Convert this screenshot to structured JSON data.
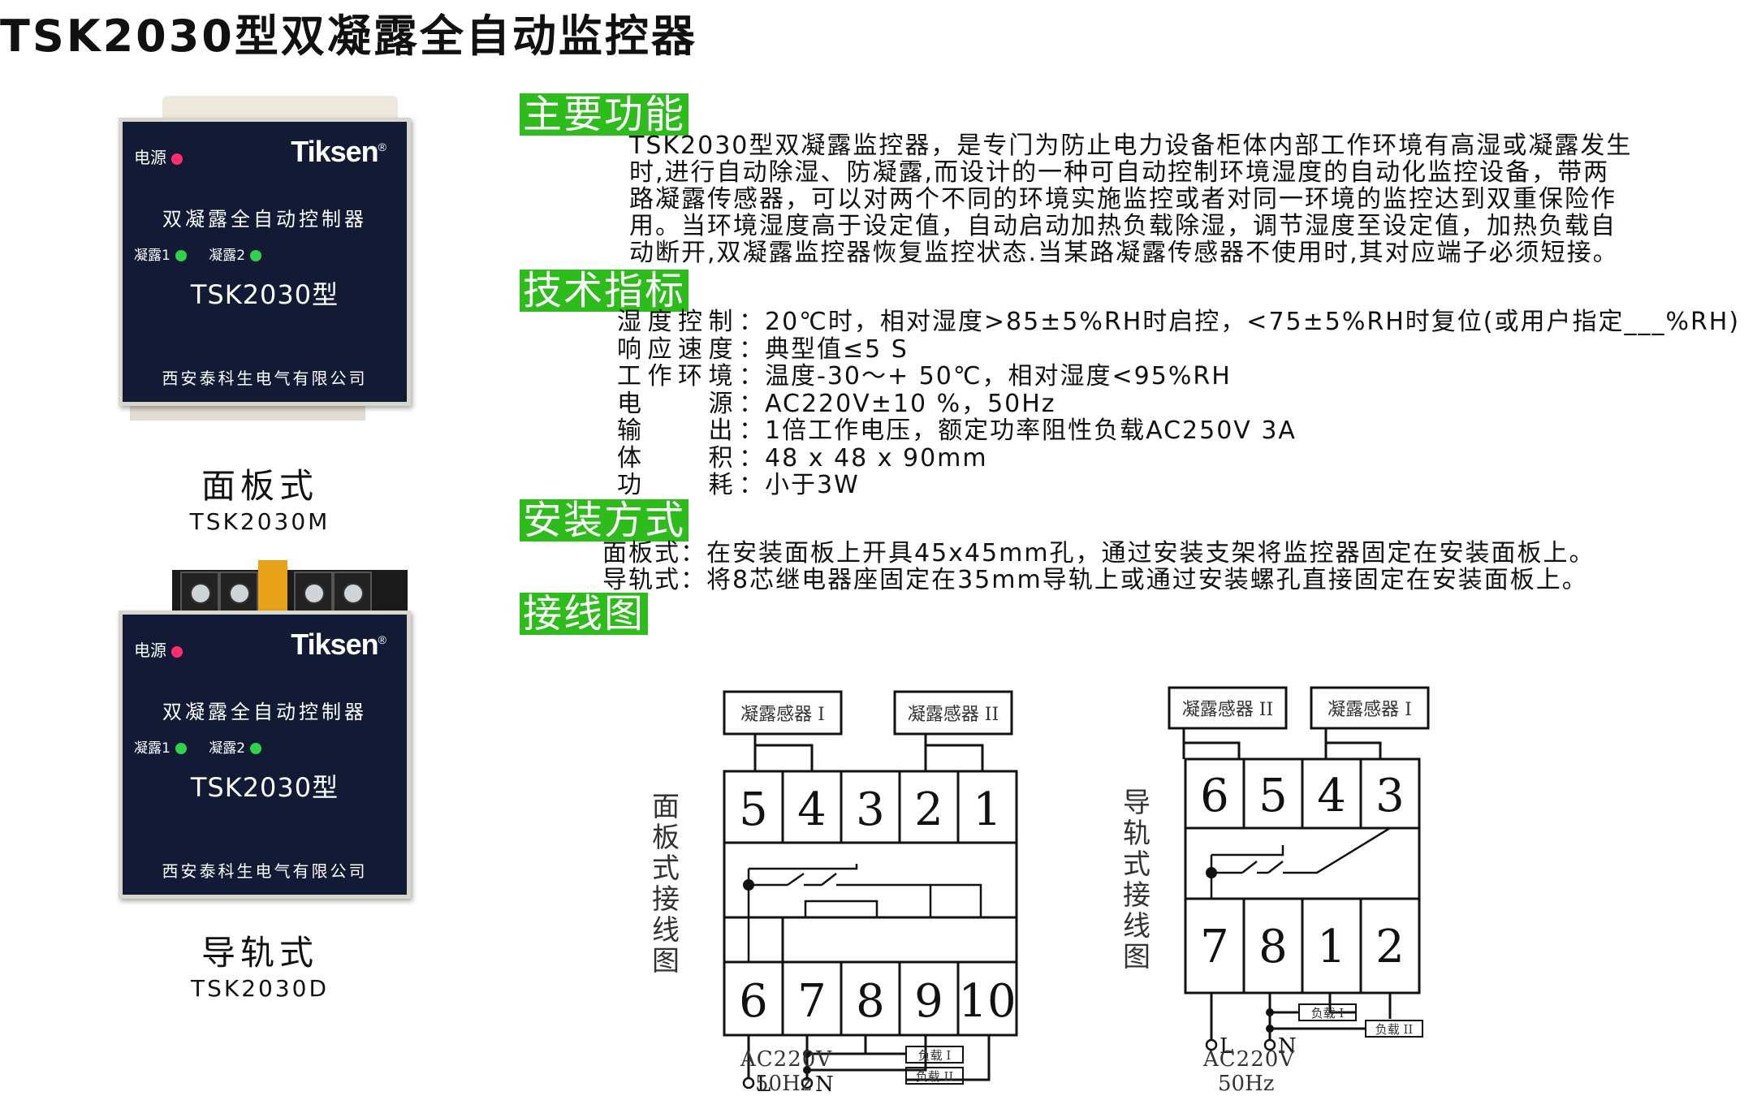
{
  "title": "TSK2030型双凝露全自动监控器",
  "device_panel": {
    "power_label": "电源",
    "brand": "Tiksen",
    "brand_mark": "®",
    "name": "双凝露全自动控制器",
    "led1": "凝露1",
    "led2": "凝露2",
    "model": "TSK2030型",
    "company": "西安泰科生电气有限公司",
    "caption_cn": "面板式",
    "caption_en": "TSK2030M"
  },
  "device_rail": {
    "power_label": "电源",
    "brand": "Tiksen",
    "brand_mark": "®",
    "name": "双凝露全自动控制器",
    "led1": "凝露1",
    "led2": "凝露2",
    "model": "TSK2030型",
    "company": "西安泰科生电气有限公司",
    "caption_cn": "导轨式",
    "caption_en": "TSK2030D"
  },
  "sections": {
    "functions": {
      "heading": "主要功能",
      "lines": [
        "TSK2030型双凝露监控器，是专门为防止电力设备柜体内部工作环境有高湿或凝露发生",
        "时,进行自动除湿、防凝露,而设计的一种可自动控制环境湿度的自动化监控设备，带两",
        "路凝露传感器，可以对两个不同的环境实施监控或者对同一环境的监控达到双重保险作",
        "用。当环境湿度高于设定值，自动启动加热负载除湿，调节湿度至设定值，加热负载自",
        "动断开,双凝露监控器恢复监控状态.当某路凝露传感器不使用时,其对应端子必须短接。"
      ]
    },
    "specs": {
      "heading": "技术指标",
      "rows": [
        {
          "label": "湿度控制：",
          "value": "20℃时，相对湿度>85±5%RH时启控，<75±5%RH时复位(或用户指定___%RH)"
        },
        {
          "label": "响应速度：",
          "value": "典型值≤5 S"
        },
        {
          "label": "工作环境：",
          "value": "温度-30～+ 50℃，相对湿度<95%RH"
        },
        {
          "label": "电　　源：",
          "value": "AC220V±10 %，50Hz"
        },
        {
          "label": "输　　出：",
          "value": "1倍工作电压，额定功率阻性负载AC250V 3A"
        },
        {
          "label": "体　　积：",
          "value": "48 x 48 x 90mm"
        },
        {
          "label": "功　　耗：",
          "value": "小于3W"
        }
      ]
    },
    "install": {
      "heading": "安装方式",
      "lines": [
        "面板式：在安装面板上开具45x45mm孔，通过安装支架将监控器固定在安装面板上。",
        "导轨式：将8芯继电器座固定在35mm导轨上或通过安装螺孔直接固定在安装面板上。"
      ]
    },
    "wiring": {
      "heading": "接线图"
    }
  },
  "diagram_panel": {
    "side_label": [
      "面",
      "板",
      "式",
      "接",
      "线",
      "图"
    ],
    "sensor_left": "凝露感器 I",
    "sensor_right": "凝露感器 II",
    "top_terminals": [
      "5",
      "4",
      "3",
      "2",
      "1"
    ],
    "bottom_terminals": [
      "6",
      "7",
      "8",
      "9",
      "10"
    ],
    "load1": "负载 I",
    "load2": "负载 II",
    "L": "L",
    "N": "N",
    "supply": "AC220V",
    "freq": "50Hz"
  },
  "diagram_rail": {
    "side_label": [
      "导",
      "轨",
      "式",
      "接",
      "线",
      "图"
    ],
    "sensor_left": "凝露感器 II",
    "sensor_right": "凝露感器 I",
    "top_terminals": [
      "6",
      "5",
      "4",
      "3"
    ],
    "bottom_terminals": [
      "7",
      "8",
      "1",
      "2"
    ],
    "load1": "负载 I",
    "load2": "负载 II",
    "L": "L",
    "N": "N",
    "supply": "AC220V",
    "freq": "50Hz"
  }
}
